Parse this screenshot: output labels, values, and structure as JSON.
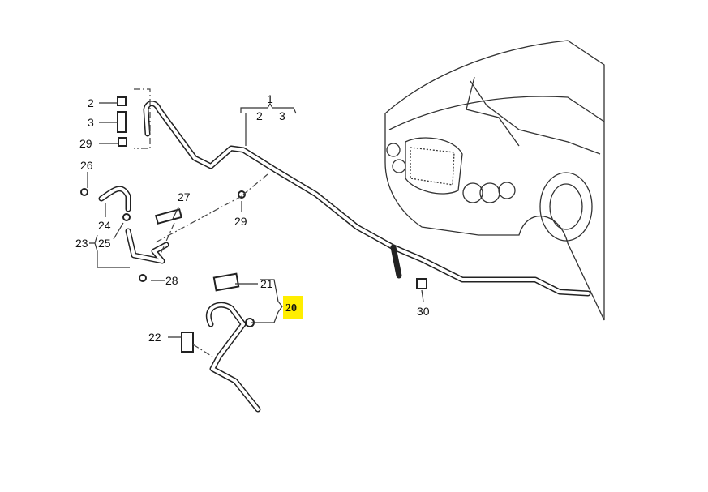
{
  "diagram": {
    "callouts": {
      "group_1": "1",
      "group_1_sub_a": "2",
      "group_1_sub_b": "3",
      "left_2": "2",
      "left_3": "3",
      "left_29": "29",
      "c26": "26",
      "c27": "27",
      "c29_mid": "29",
      "c24": "24",
      "c23": "23",
      "c25": "25",
      "c28": "28",
      "c21": "21",
      "c20": "20",
      "c22": "22",
      "c30": "30"
    },
    "highlight_color": "#ffee00"
  }
}
